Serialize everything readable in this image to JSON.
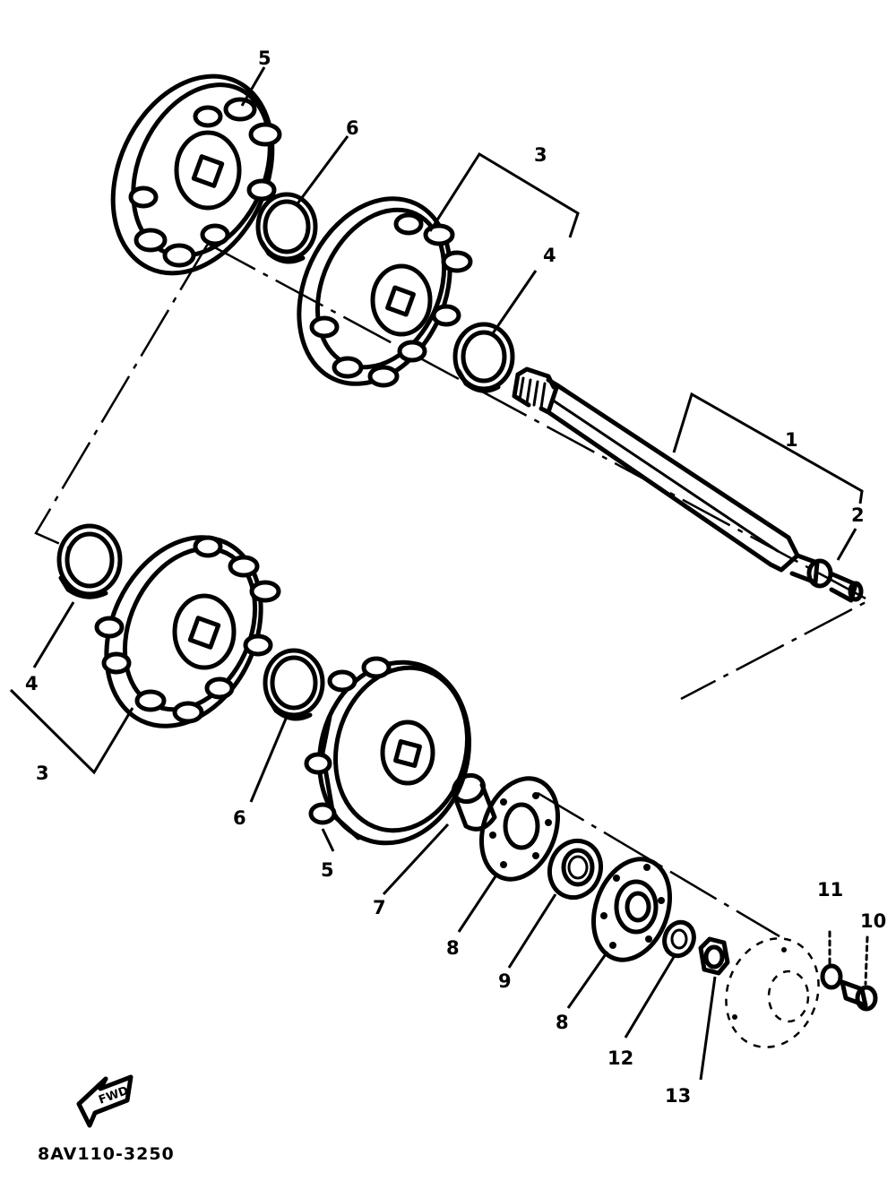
{
  "labels": {
    "p5a": "5",
    "p6a": "6",
    "p3a": "3",
    "p4a": "4",
    "p1": "1",
    "p2": "2",
    "p4b": "4",
    "p3b": "3",
    "p6b": "6",
    "p5b": "5",
    "p7": "7",
    "p8a": "8",
    "p9": "9",
    "p8b": "8",
    "p12": "12",
    "p13": "13",
    "p11": "11",
    "p10": "10"
  },
  "forward_mark": "FWD",
  "diagram_code": "8AV110-3250"
}
